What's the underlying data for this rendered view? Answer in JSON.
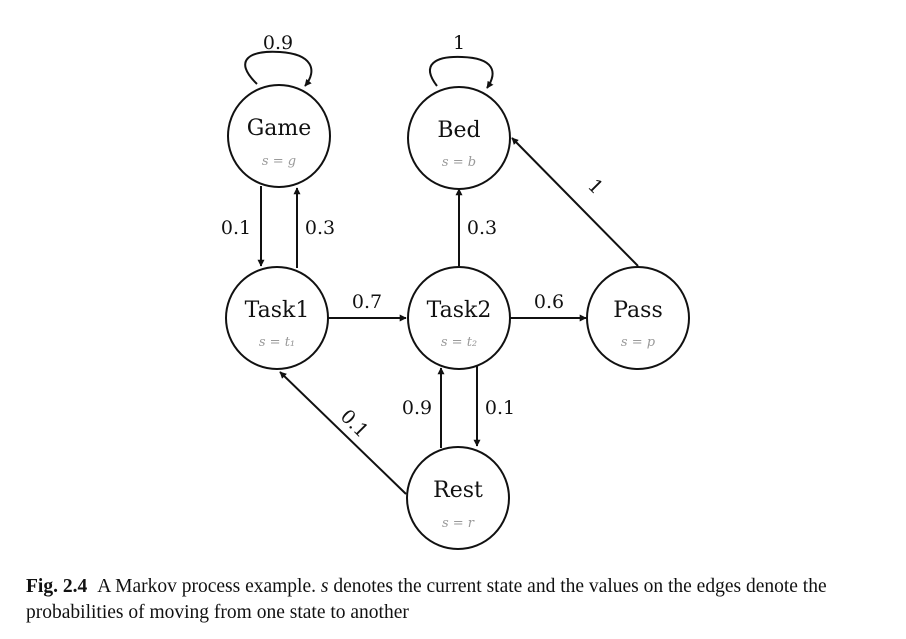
{
  "nodes": {
    "game": {
      "name": "Game",
      "state": "s = g"
    },
    "bed": {
      "name": "Bed",
      "state": "s = b"
    },
    "task1": {
      "name": "Task1",
      "state": "s = t₁"
    },
    "task2": {
      "name": "Task2",
      "state": "s = t₂"
    },
    "pass": {
      "name": "Pass",
      "state": "s = p"
    },
    "rest": {
      "name": "Rest",
      "state": "s = r"
    }
  },
  "edges": {
    "game_self": "0.9",
    "bed_self": "1",
    "game_to_task1": "0.1",
    "task1_to_game": "0.3",
    "task2_to_bed": "0.3",
    "pass_to_bed": "1",
    "task1_to_task2": "0.7",
    "task2_to_pass": "0.6",
    "rest_to_task2": "0.9",
    "task2_to_rest": "0.1",
    "rest_to_task1": "0.1"
  },
  "caption": {
    "fig_label": "Fig. 2.4",
    "text_before_symbol": "A Markov process example. ",
    "symbol": "s",
    "text_after_symbol": " denotes the current state and the values on the edges denote the probabilities of moving from one state to another"
  }
}
